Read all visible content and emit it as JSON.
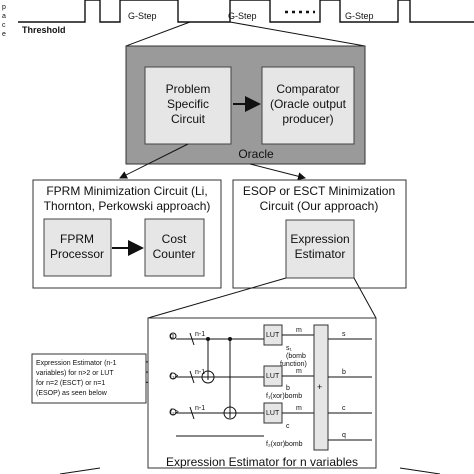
{
  "timeline": {
    "side_chars": [
      "p",
      "a",
      "c",
      "e"
    ],
    "threshold_label": "Threshold",
    "g_step_labels": [
      "G-Step",
      "G-Step",
      "G-Step"
    ]
  },
  "oracle": {
    "label": "Oracle",
    "problem_block": [
      "Problem",
      "Specific",
      "Circuit"
    ],
    "comparator_block": [
      "Comparator",
      "(Oracle output",
      "producer)"
    ]
  },
  "fprm_panel": {
    "title": [
      "FPRM Minimization Circuit (Li,",
      "Thornton, Perkowski approach)"
    ],
    "processor": [
      "FPRM",
      "Processor"
    ],
    "cost_counter": [
      "Cost",
      "Counter"
    ]
  },
  "esop_panel": {
    "title": [
      "ESOP or ESCT Minimization",
      "Circuit (Our approach)"
    ],
    "estimator": [
      "Expression",
      "Estimator"
    ]
  },
  "side_note": [
    "Expression Estimator (n-1",
    "variables) for n>2 or LUT",
    "for n=2 (ESCT) or n=1",
    "(ESOP) as seen below"
  ],
  "detail": {
    "caption": "Expression Estimator for n variables",
    "inputs": [
      "g",
      "f₁>",
      "f₂>"
    ],
    "bus_label": "n-1",
    "lut_label": "LUT",
    "plus_label": "+",
    "rows": [
      {
        "m": "m",
        "out": "s",
        "fn": [
          "s₁",
          "(bomb",
          "function)"
        ]
      },
      {
        "m": "m",
        "out": "b",
        "fn": [
          "b",
          "f₁(xor)bomb"
        ]
      },
      {
        "m": "m",
        "out": "c",
        "fn": [
          "c",
          "f₂(xor)bomb"
        ]
      }
    ],
    "q_label": "q"
  }
}
